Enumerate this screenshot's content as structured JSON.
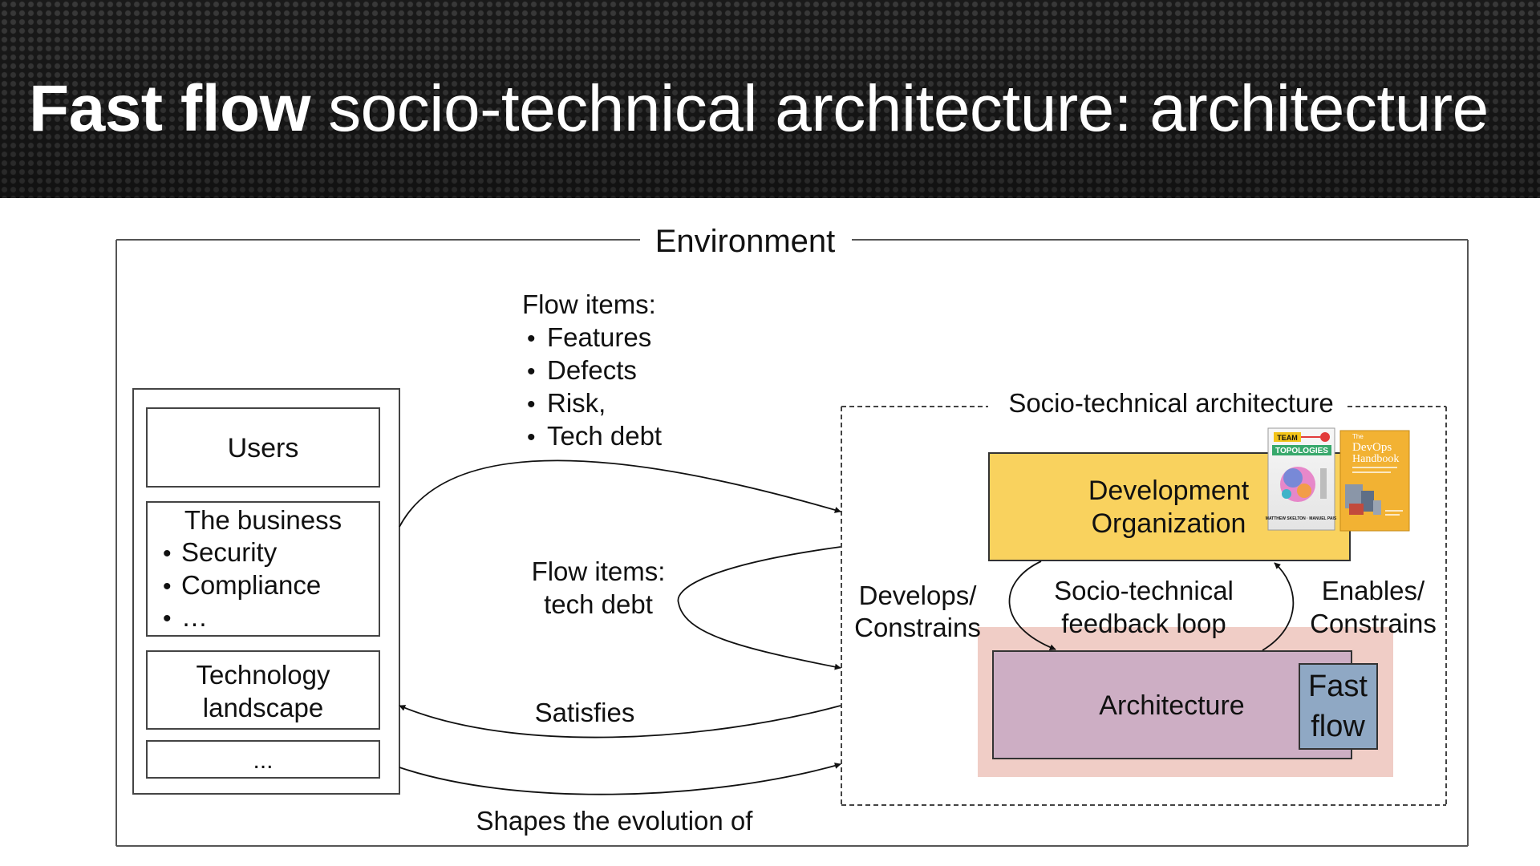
{
  "title": {
    "bold": "Fast flow",
    "rest": "socio-technical architecture: architecture"
  },
  "colors": {
    "header_bg": "#1b1b1b",
    "dev_org_fill": "#f9d25e",
    "architecture_fill": "#cdaec4",
    "feedback_highlight": "#f0cdc6",
    "fast_flow_fill": "#8fa8c4"
  },
  "diagram": {
    "environment_label": "Environment",
    "stakeholders": {
      "users": "Users",
      "business_title": "The business",
      "business_items": [
        "Security",
        "Compliance",
        "…"
      ],
      "technology_line1": "Technology",
      "technology_line2": "landscape",
      "more": "..."
    },
    "flow_items": {
      "heading": "Flow items:",
      "items": [
        "Features",
        "Defects",
        "Risk,",
        "Tech debt"
      ]
    },
    "flow_items_tech_debt": {
      "line1": "Flow items:",
      "line2": "tech debt"
    },
    "satisfies": "Satisfies",
    "shapes": "Shapes the evolution of",
    "sociotech": {
      "label": "Socio-technical architecture",
      "dev_org_line1": "Development",
      "dev_org_line2": "Organization",
      "architecture": "Architecture",
      "fast_line1": "Fast",
      "fast_line2": "flow",
      "develops_line1": "Develops/",
      "develops_line2": "Constrains",
      "feedback_line1": "Socio-technical",
      "feedback_line2": "feedback loop",
      "enables_line1": "Enables/",
      "enables_line2": "Constrains"
    },
    "book_team_topologies": {
      "title_line1": "TEAM",
      "title_line2": "TOPOLOGIES",
      "authors": "MATTHEW SKELTON · MANUEL PAIS"
    },
    "book_devops": {
      "title_line1": "The",
      "title_line2": "DevOps",
      "title_line3": "Handbook"
    }
  }
}
